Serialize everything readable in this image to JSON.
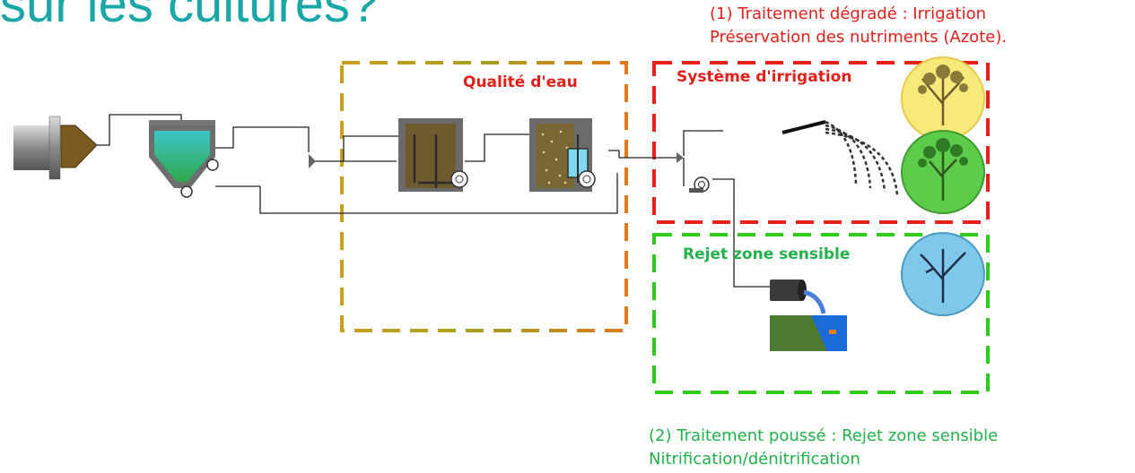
{
  "title": "sur les cultures?",
  "notes": {
    "irrigation": {
      "line1": "(1) Traitement dégradé : Irrigation",
      "line2": "Préservation des nutriments (Azote)."
    },
    "sensitive": {
      "line1": "(2) Traitement poussé : Rejet zone sensible",
      "line2": "Nitrification/dénitrification"
    }
  },
  "boxes": {
    "water_quality": {
      "label": "Qualité d'eau",
      "color": "#d4a017"
    },
    "irrigation_system": {
      "label": "Système d'irrigation",
      "color": "#e8201a"
    },
    "sensitive_discharge": {
      "label": "Rejet zone sensible",
      "color": "#2ecc1a"
    }
  },
  "colors": {
    "title": "#1aa7a7",
    "red": "#e0201a",
    "green": "#22b14c",
    "tree_yellow": "#f5ea7a",
    "tree_green": "#5ccc4a",
    "tree_blue": "#7ec8ea"
  },
  "icons": {
    "inlet": "inlet-pipe-icon",
    "clarifier": "primary-clarifier-icon",
    "tank1": "aeration-tank-icon",
    "tank2": "filtration-tank-icon",
    "pump": "pump-icon",
    "sprinkler": "sprinkler-icon",
    "outfall": "outfall-pipe-icon",
    "river": "river-icon",
    "trees": [
      "yellow-tree-icon",
      "green-tree-icon",
      "blue-tree-icon"
    ]
  }
}
